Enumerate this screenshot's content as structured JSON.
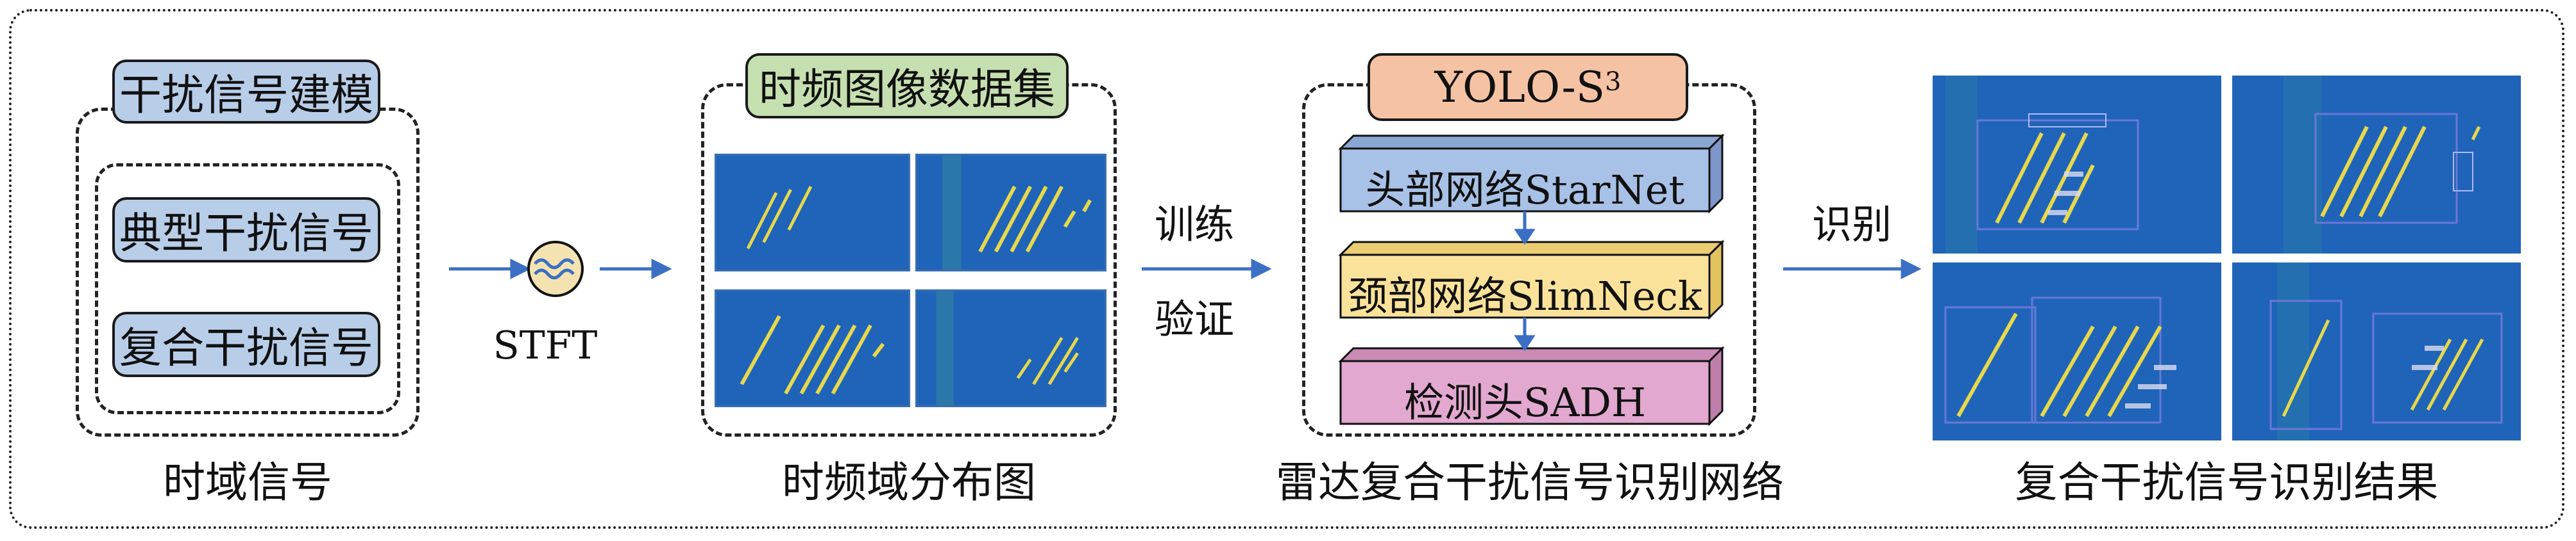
{
  "section1": {
    "title": "干扰信号建模",
    "item1": "典型干扰信号",
    "item2": "复合干扰信号",
    "caption": "时域信号"
  },
  "stft": {
    "label": "STFT"
  },
  "section2": {
    "title": "时频图像数据集",
    "caption": "时频域分布图"
  },
  "train": {
    "label1": "训练",
    "label2": "验证"
  },
  "section3": {
    "title": "YOLO-S",
    "title_sup": "3",
    "layer1": "头部网络StarNet",
    "layer2": "颈部网络SlimNeck",
    "layer3": "检测头SADH",
    "caption": "雷达复合干扰信号识别网络"
  },
  "identify": {
    "label": "识别"
  },
  "section4": {
    "caption": "复合干扰信号识别结果"
  },
  "colors": {
    "box_blue": "#b8cde8",
    "box_green": "#c6dfb0",
    "box_peach": "#f5c3a4",
    "layer1_face": "#a8c1e6",
    "layer2_face": "#fbe29a",
    "layer3_face": "#e2a8cf",
    "arrow": "#3b6fc4",
    "spectrogram_bg": "#1f64b8",
    "signal_stripe": "#e8d84a",
    "detect_box": "#6a78d6"
  }
}
